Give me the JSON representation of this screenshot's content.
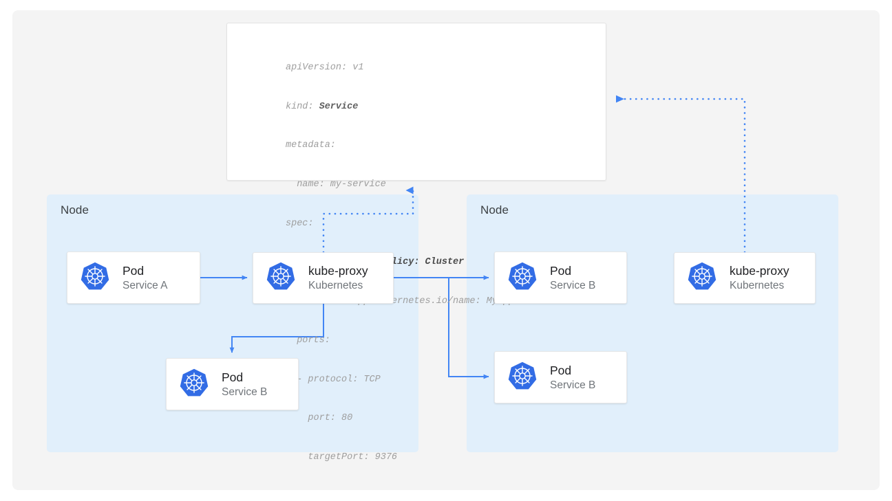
{
  "canvas": {
    "background_color": "#f4f4f4",
    "page_background": "#ffffff"
  },
  "colors": {
    "node_fill": "#e1effb",
    "connector_blue": "#4285f4",
    "kubernetes_blue": "#326ce5",
    "yaml_text": "#9e9e9e",
    "yaml_bold": "#4a4a4a",
    "box_title": "#202124",
    "box_subtitle": "#70757a"
  },
  "manifest": {
    "name": "service-yaml-manifest",
    "lines": [
      {
        "text": "apiVersion: v1",
        "bold": false
      },
      {
        "text": "kind: ",
        "bold_suffix": "Service",
        "bold": false
      },
      {
        "text": "metadata:",
        "bold": false
      },
      {
        "text": "  name: my-service",
        "bold": false
      },
      {
        "text": "spec:",
        "bold": false
      },
      {
        "text": "  internalTrafficPolicy: Cluster",
        "bold": true
      },
      {
        "text": "  selector: app.kubernetes.io/name: MyApp",
        "bold": false
      },
      {
        "text": "  ports:",
        "bold": false
      },
      {
        "text": "  - protocol: TCP",
        "bold": false
      },
      {
        "text": "    port: 80",
        "bold": false
      },
      {
        "text": "    targetPort: 9376",
        "bold": false
      }
    ],
    "fields": {
      "apiVersion": "v1",
      "kind": "Service",
      "metadata_name": "my-service",
      "internalTrafficPolicy": "Cluster",
      "selector": "app.kubernetes.io/name: MyApp",
      "protocol": "TCP",
      "port": "80",
      "targetPort": "9376"
    }
  },
  "nodes": [
    {
      "id": "node-left",
      "label": "Node"
    },
    {
      "id": "node-right",
      "label": "Node"
    }
  ],
  "boxes": {
    "pod_a": {
      "title": "Pod",
      "subtitle": "Service A",
      "icon": "kubernetes-icon"
    },
    "kube_proxy_l": {
      "title": "kube-proxy",
      "subtitle": "Kubernetes",
      "icon": "kubernetes-icon"
    },
    "pod_b_local": {
      "title": "Pod",
      "subtitle": "Service B",
      "icon": "kubernetes-icon"
    },
    "pod_b_1": {
      "title": "Pod",
      "subtitle": "Service B",
      "icon": "kubernetes-icon"
    },
    "pod_b_2": {
      "title": "Pod",
      "subtitle": "Service B",
      "icon": "kubernetes-icon"
    },
    "kube_proxy_r": {
      "title": "kube-proxy",
      "subtitle": "Kubernetes",
      "icon": "kubernetes-icon"
    }
  },
  "connectors": [
    {
      "name": "pod-a-to-kube-proxy",
      "style": "solid",
      "arrow": true
    },
    {
      "name": "kube-proxy-to-local-pod-b",
      "style": "solid",
      "arrow": true
    },
    {
      "name": "kube-proxy-to-remote-pod-b-1",
      "style": "solid",
      "arrow": true
    },
    {
      "name": "kube-proxy-to-remote-pod-b-2",
      "style": "solid",
      "arrow": true
    },
    {
      "name": "kube-proxy-left-to-manifest",
      "style": "dotted",
      "arrow": true
    },
    {
      "name": "kube-proxy-right-to-manifest",
      "style": "dotted",
      "arrow": true
    }
  ]
}
